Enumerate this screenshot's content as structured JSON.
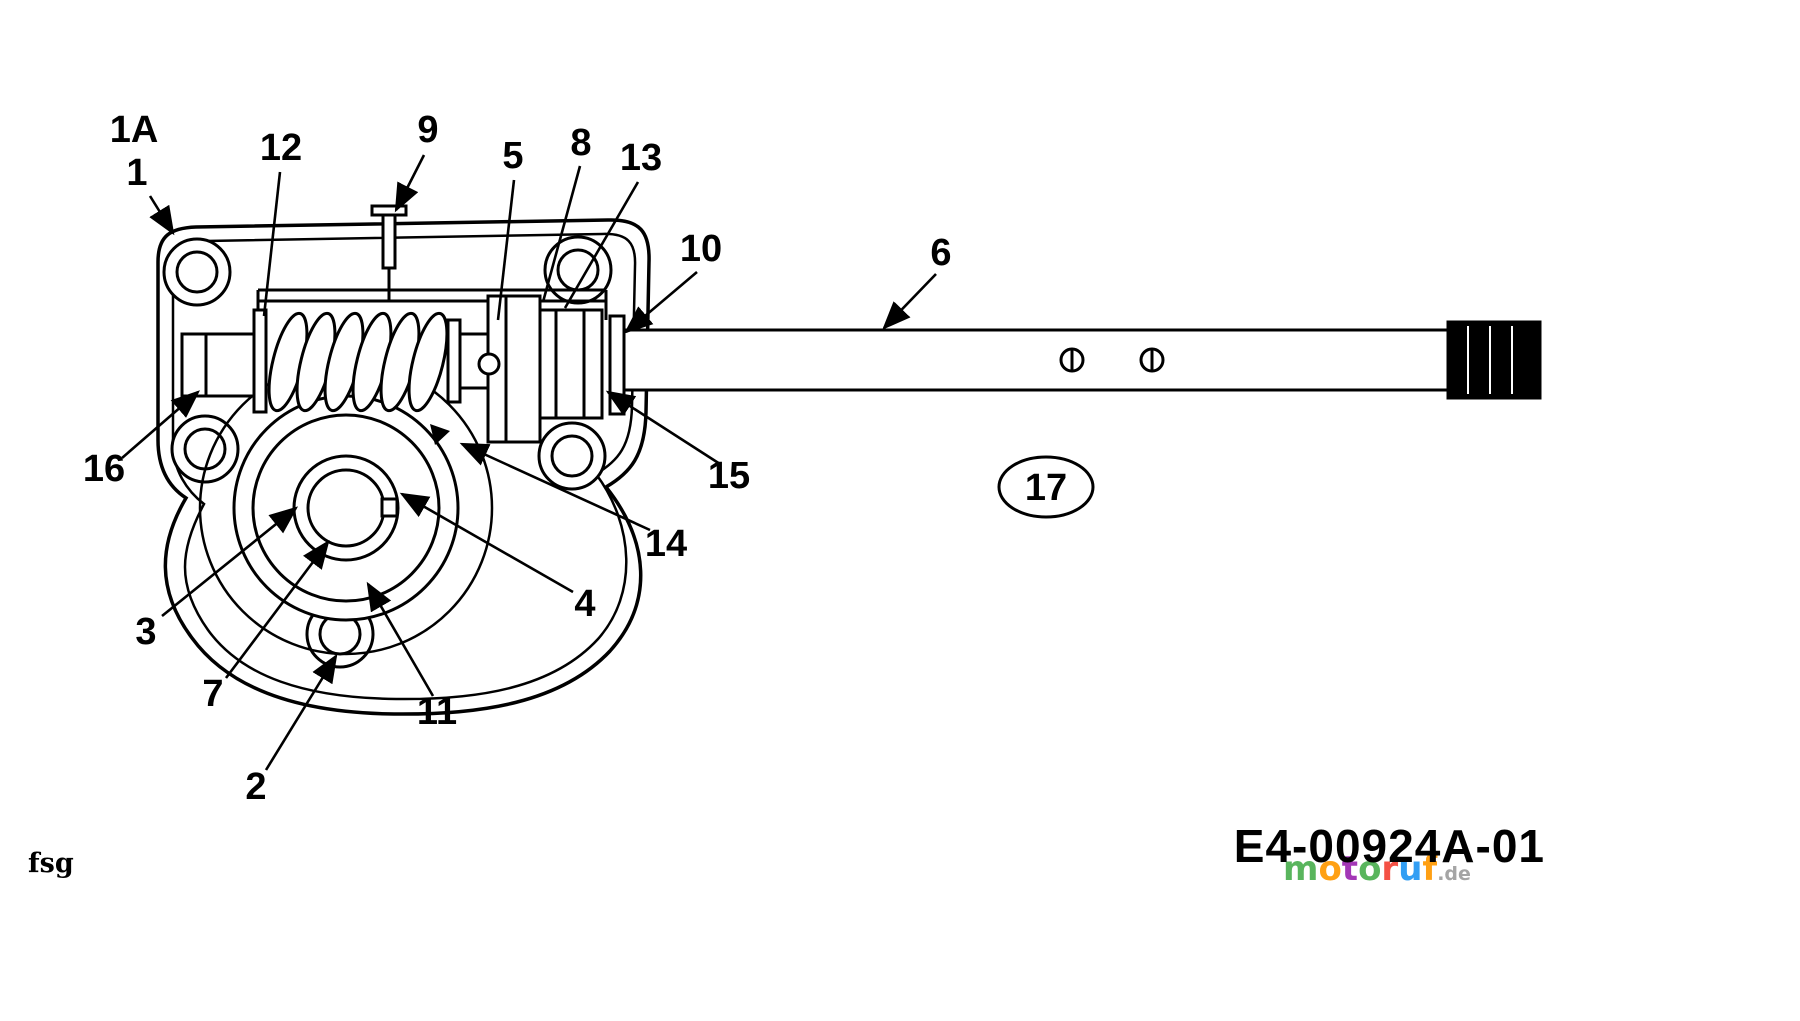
{
  "meta": {
    "background": "#ffffff",
    "line_color": "#000000"
  },
  "diagram": {
    "description": "exploded-view technical drawing of a worm-gear axle transmission with numbered callouts",
    "callouts": [
      {
        "label": "1A"
      },
      {
        "label": "1"
      },
      {
        "label": "12"
      },
      {
        "label": "9"
      },
      {
        "label": "5"
      },
      {
        "label": "8"
      },
      {
        "label": "13"
      },
      {
        "label": "10"
      },
      {
        "label": "6"
      },
      {
        "label": "16"
      },
      {
        "label": "15"
      },
      {
        "label": "14"
      },
      {
        "label": "4"
      },
      {
        "label": "3"
      },
      {
        "label": "7"
      },
      {
        "label": "11"
      },
      {
        "label": "2"
      },
      {
        "label": "17"
      }
    ]
  },
  "footer": {
    "author_code": "fsg",
    "part_number": "E4-00924A-01",
    "watermark": {
      "letters": [
        {
          "ch": "m",
          "color": "#4caf50"
        },
        {
          "ch": "o",
          "color": "#ff9800"
        },
        {
          "ch": "t",
          "color": "#9c27b0"
        },
        {
          "ch": "o",
          "color": "#4caf50"
        },
        {
          "ch": "r",
          "color": "#f44336"
        },
        {
          "ch": "u",
          "color": "#2196f3"
        },
        {
          "ch": "f",
          "color": "#ff9800"
        }
      ],
      "suffix": {
        "ch": ".de",
        "color": "#9e9e9e"
      }
    }
  }
}
